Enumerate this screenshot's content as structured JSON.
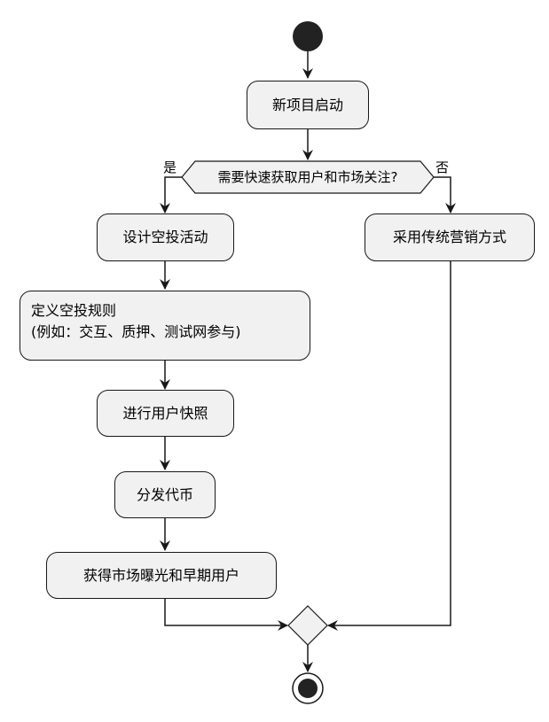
{
  "nodes": {
    "start": "新项目启动",
    "decision": "需要快速获取用户和市场关注?",
    "design": "设计空投活动",
    "rules_line1": "定义空投规则",
    "rules_line2": "(例如：交互、质押、测试网参与)",
    "snapshot": "进行用户快照",
    "distribute": "分发代币",
    "gain": "获得市场曝光和早期用户",
    "traditional": "采用传统营销方式"
  },
  "branches": {
    "yes": "是",
    "no": "否"
  },
  "colors": {
    "node_fill": "#f1f1f1",
    "stroke": "#181818",
    "start_dot": "#222222"
  }
}
